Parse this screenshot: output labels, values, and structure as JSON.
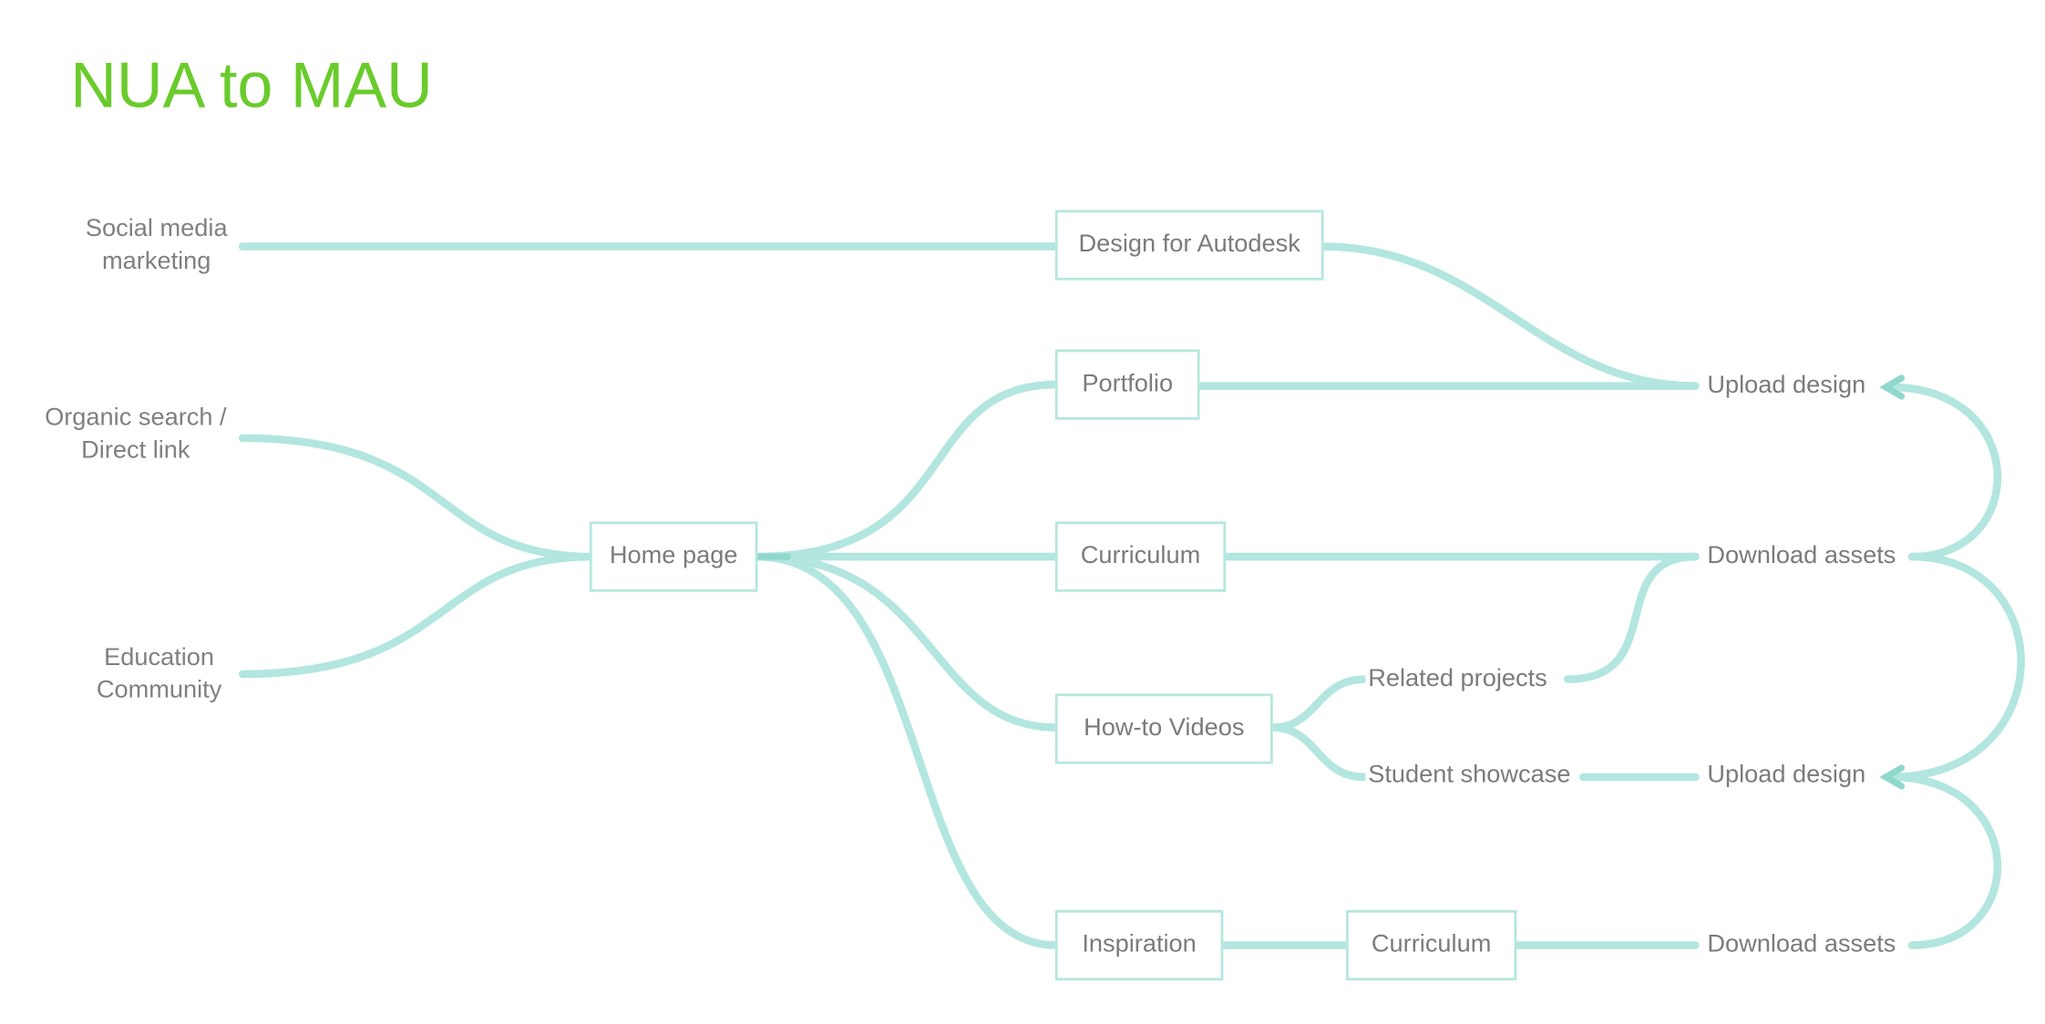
{
  "title": "NUA to MAU",
  "sources": {
    "social": [
      "Social media",
      "marketing"
    ],
    "organic": [
      "Organic search /",
      "Direct link"
    ],
    "education": [
      "Education",
      "Community"
    ]
  },
  "nodes": {
    "home": "Home page",
    "design_autodesk": "Design for Autodesk",
    "portfolio": "Portfolio",
    "curriculum": "Curriculum",
    "howto": "How-to Videos",
    "inspiration": "Inspiration",
    "curriculum2": "Curriculum"
  },
  "labels": {
    "related": "Related projects",
    "showcase": "Student showcase",
    "upload1": "Upload design",
    "download1": "Download assets",
    "upload2": "Upload design",
    "download2": "Download assets"
  },
  "colors": {
    "title": "#6acb2c",
    "link": "#b2e6df",
    "link_dark": "#8fd8cc",
    "box_border": "#b6e7df",
    "text": "#7b7b7b"
  }
}
